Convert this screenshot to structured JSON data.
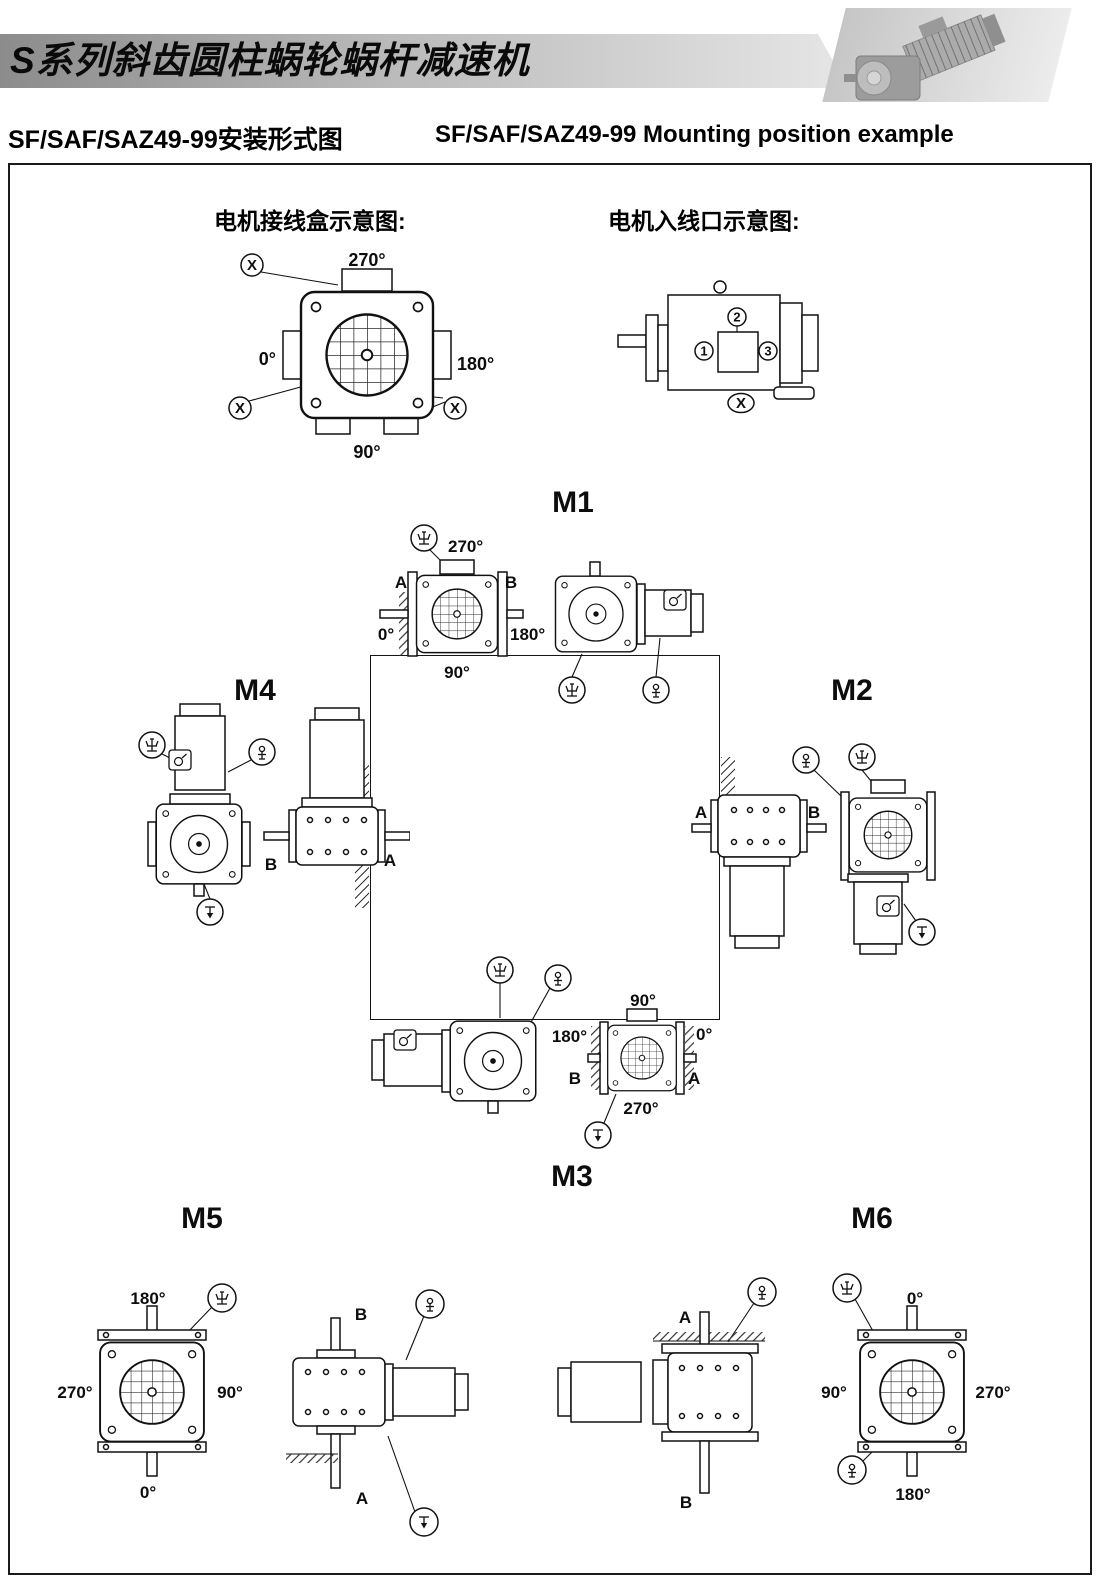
{
  "header": {
    "title": "S系列斜齿圆柱蜗轮蜗杆减速机",
    "subtitle_cn": "SF/SAF/SAZ49-99安装形式图",
    "subtitle_en": "SF/SAF/SAZ49-99 Mounting position example"
  },
  "terminal_box_diagram": {
    "title": "电机接线盒示意图:",
    "angle_top": "270°",
    "angle_left": "0°",
    "angle_right": "180°",
    "angle_bottom": "90°",
    "cross_mark": "X"
  },
  "cable_entry_diagram": {
    "title": "电机入线口示意图:",
    "position_1": "1",
    "position_2": "2",
    "position_3": "3",
    "cross_mark": "X"
  },
  "mountings": {
    "m1": {
      "label": "M1",
      "angle_top": "270°",
      "angle_left": "0°",
      "angle_right": "180°",
      "angle_bottom": "90°",
      "port_left": "A",
      "port_right": "B"
    },
    "m2": {
      "label": "M2",
      "port_left": "A",
      "port_right": "B"
    },
    "m3": {
      "label": "M3",
      "angle_top": "90°",
      "angle_left": "180°",
      "angle_right": "0°",
      "angle_bottom": "270°",
      "port_left": "B",
      "port_right": "A"
    },
    "m4": {
      "label": "M4",
      "port_left": "B",
      "port_right": "A"
    },
    "m5": {
      "label": "M5",
      "angle_top": "180°",
      "angle_left": "270°",
      "angle_right": "90°",
      "angle_bottom": "0°",
      "port_top": "B",
      "port_bottom": "A"
    },
    "m6": {
      "label": "M6",
      "angle_top": "0°",
      "angle_left": "90°",
      "angle_right": "270°",
      "angle_bottom": "180°",
      "port_top": "A",
      "port_bottom": "B"
    }
  }
}
